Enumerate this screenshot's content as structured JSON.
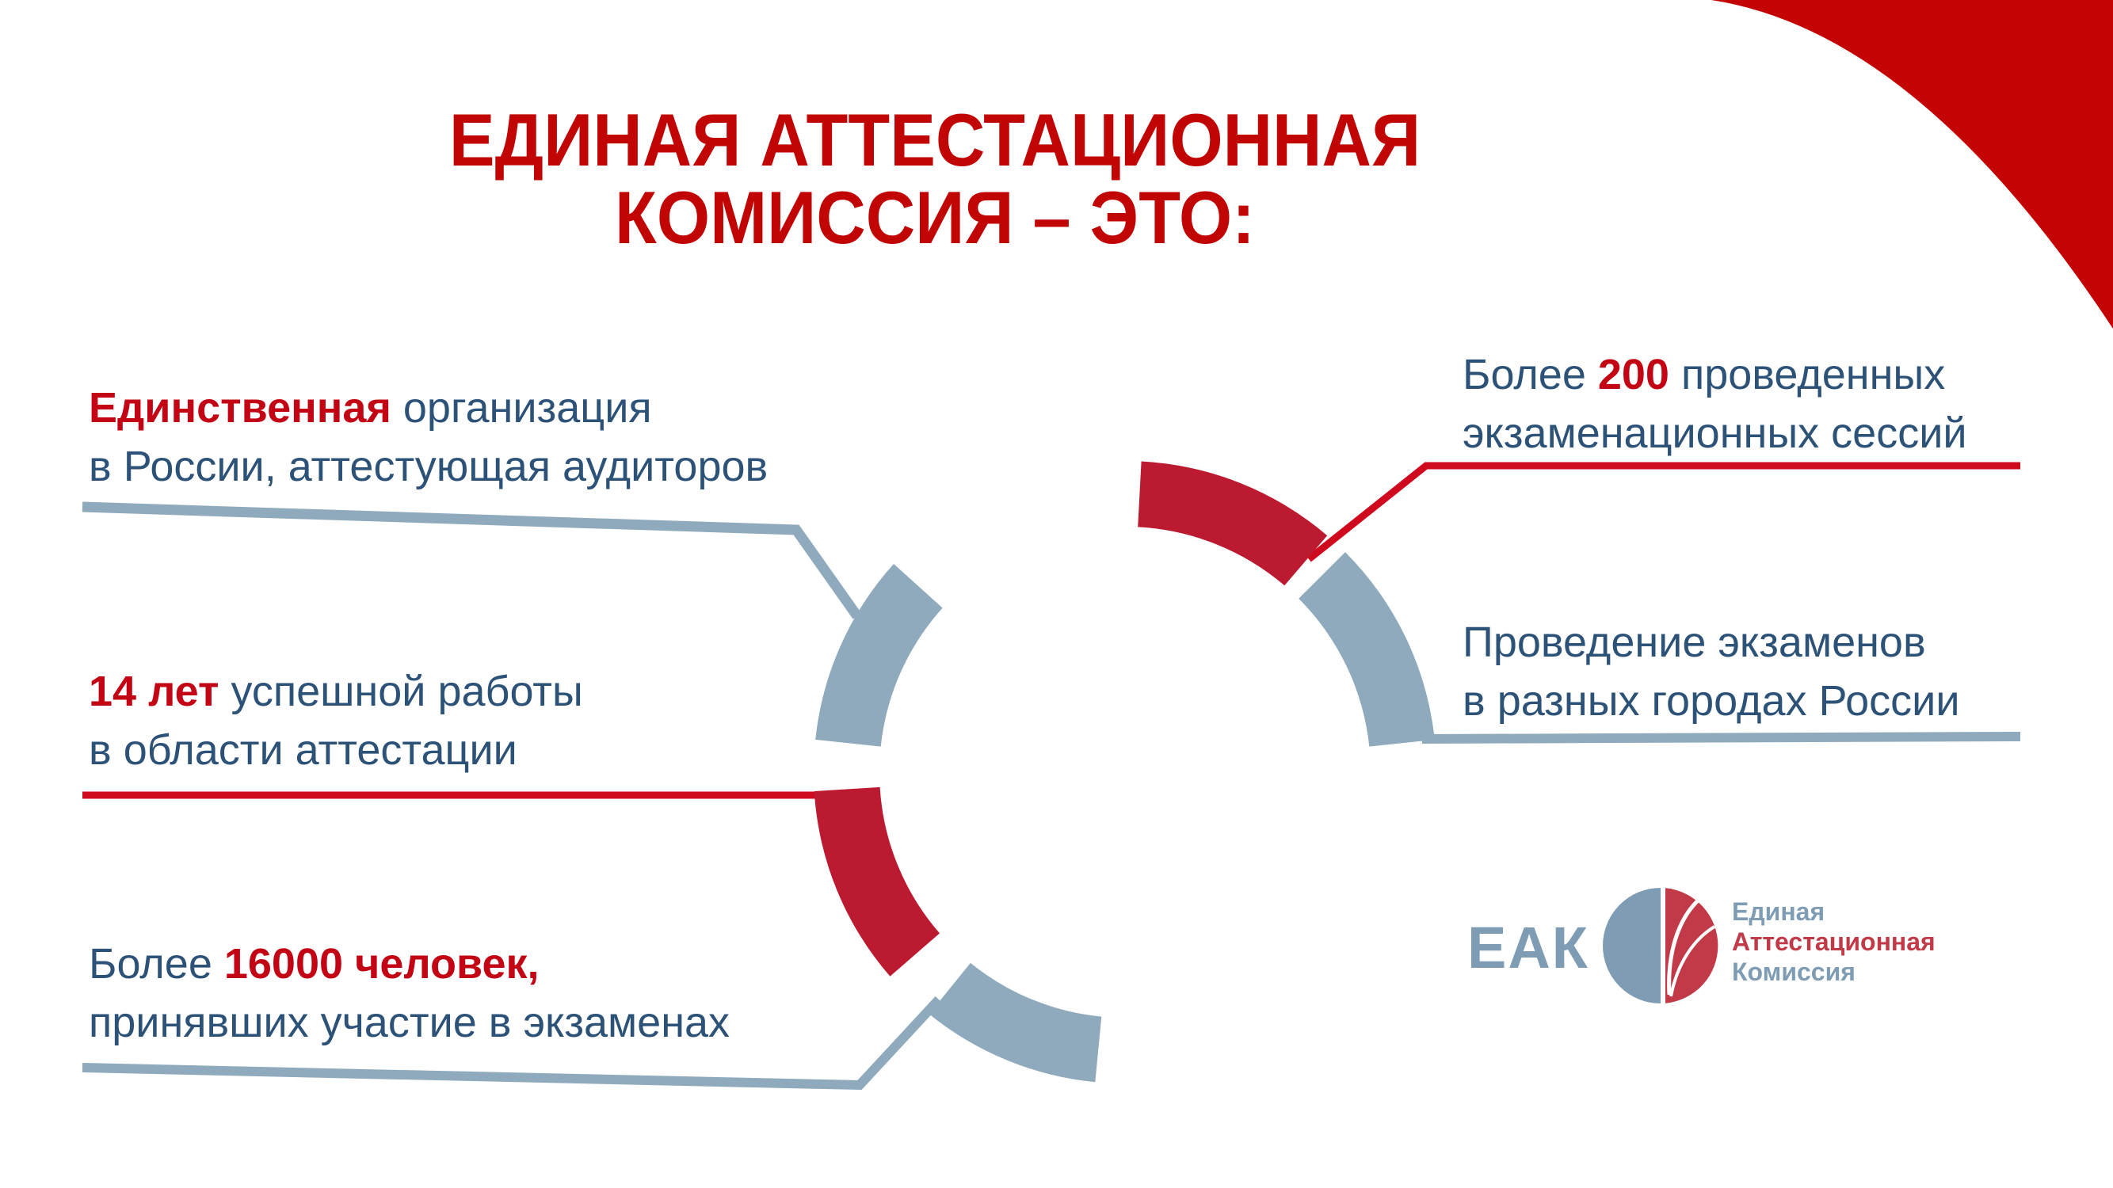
{
  "colors": {
    "background": "#ffffff",
    "title_red": "#c10505",
    "em_red": "#c20414",
    "body_blue": "#2d5277",
    "slate": "#8fa9bd",
    "line_red": "#d00a1e",
    "arc_red": "#bc1a30",
    "corner_red": "#c40404",
    "logo_slate": "#7e9db5",
    "logo_red": "#c23a47"
  },
  "title": {
    "line1": "ЕДИНАЯ АТТЕСТАЦИОННАЯ",
    "line2": "КОМИССИЯ – ЭТО:"
  },
  "facts_left": [
    {
      "line1": {
        "pre": "",
        "em": "Единственная",
        "post": " организация"
      },
      "line2": "в России, аттестующая аудиторов"
    },
    {
      "line1": {
        "pre": "",
        "em": "14 лет",
        "post": " успешной работы"
      },
      "line2": "в области аттестации"
    },
    {
      "line1": {
        "pre": "Более ",
        "em": "16000 человек",
        "post": ","
      },
      "line2": "принявших участие в экзаменах"
    }
  ],
  "facts_right": [
    {
      "line1": {
        "pre": "Более ",
        "em": "200",
        "post": " проведенных"
      },
      "line2": "экзаменационных сессий"
    },
    {
      "line1": {
        "pre": "",
        "em": "",
        "post": "Проведение экзаменов"
      },
      "line2": "в разных городах России"
    }
  ],
  "logo": {
    "abbr": "ЕАК",
    "line1": "Единая",
    "line2": "Аттестационная",
    "line3": "Комиссия"
  }
}
